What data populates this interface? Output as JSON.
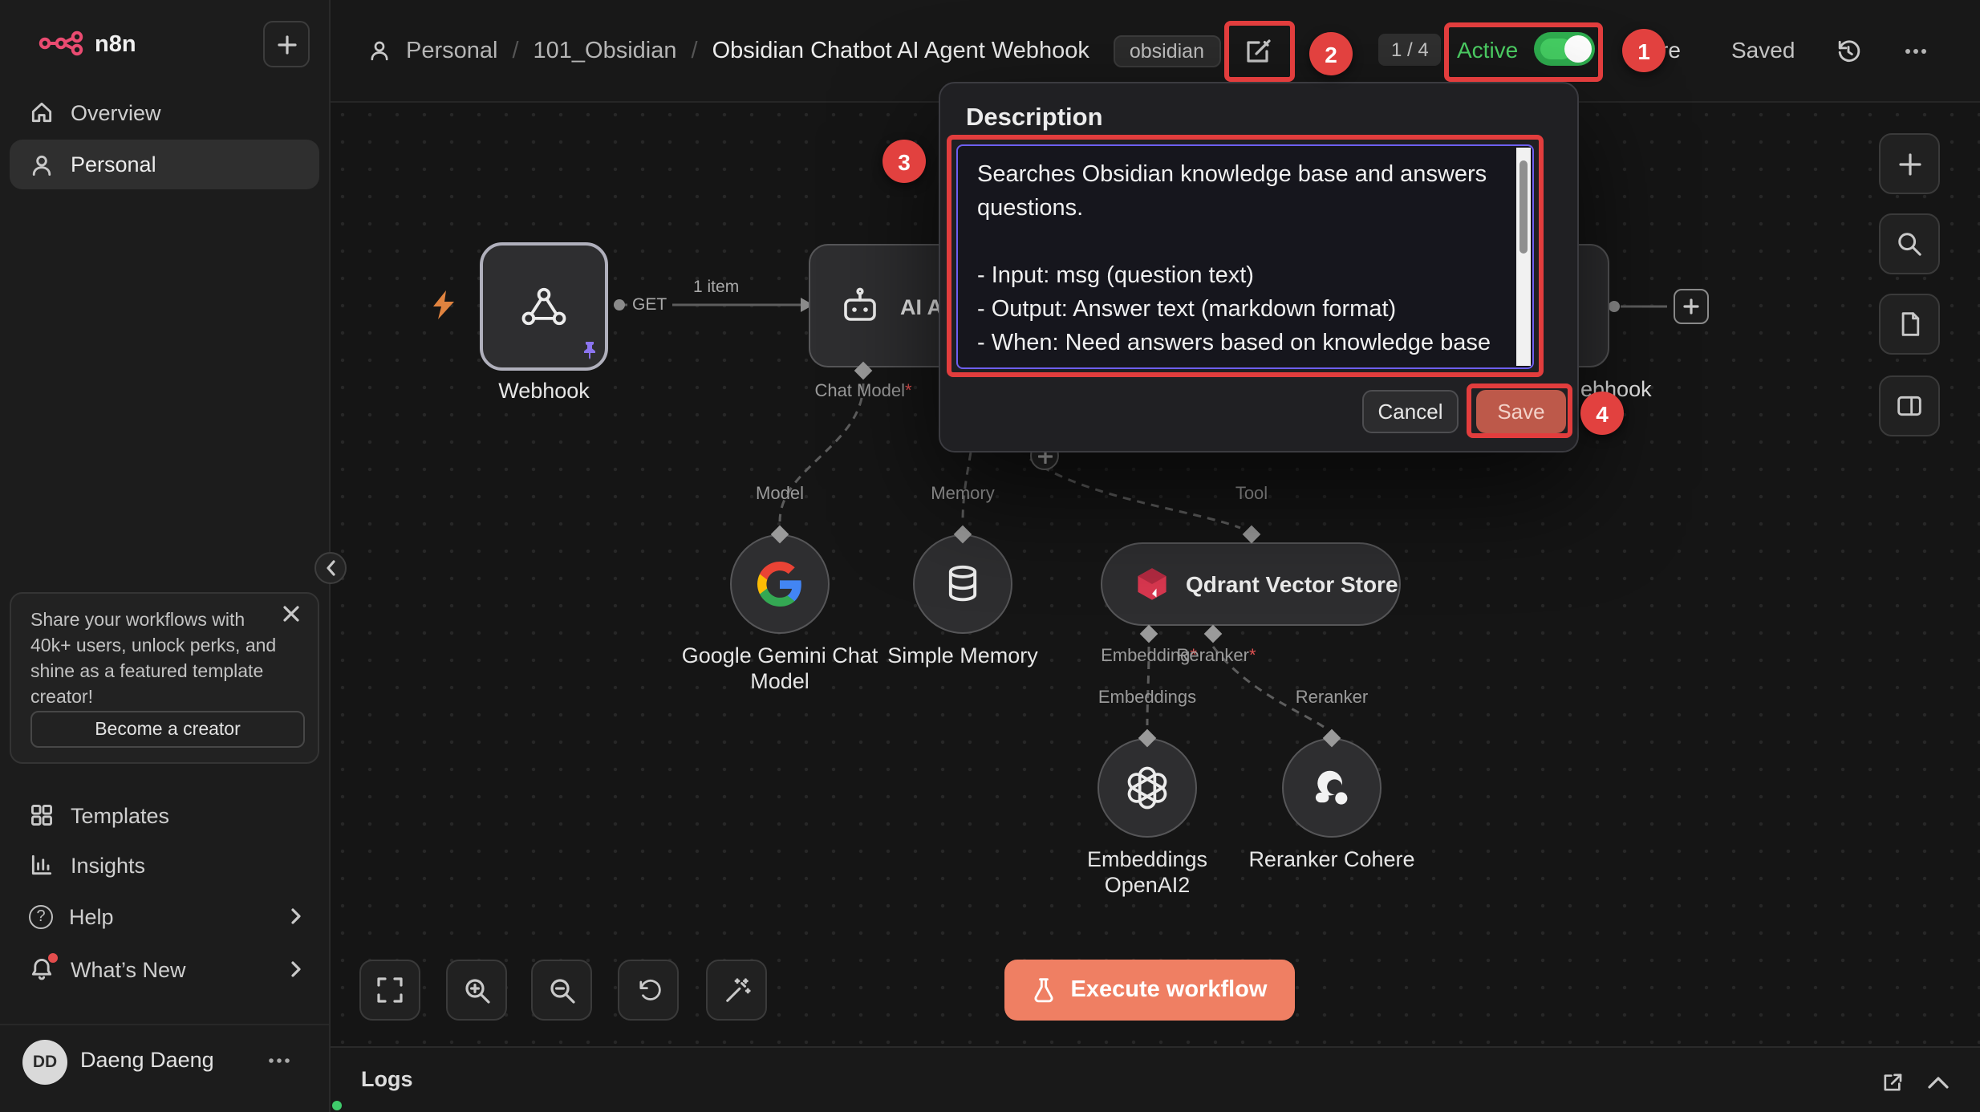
{
  "sidebar": {
    "brand": "n8n",
    "nav": [
      {
        "label": "Overview"
      },
      {
        "label": "Personal"
      }
    ],
    "promo": {
      "text": "Share your workflows with 40k+ users, unlock perks, and shine as a featured template creator!",
      "button": "Become a creator"
    },
    "menu": [
      {
        "label": "Templates"
      },
      {
        "label": "Insights"
      },
      {
        "label": "Help"
      },
      {
        "label": "What’s New"
      }
    ],
    "user": {
      "name": "Daeng Daeng",
      "initials": "DD"
    }
  },
  "header": {
    "breadcrumb": [
      "Personal",
      "101_Obsidian",
      "Obsidian Chatbot AI Agent Webhook"
    ],
    "tag": "obsidian",
    "pager": "1 / 4",
    "active_label": "Active",
    "share_partial": "re",
    "saved_label": "Saved"
  },
  "canvas": {
    "webhook_label": "Webhook",
    "get_label": "GET",
    "item_count": "1 item",
    "agent_label": "AI Agent",
    "chat_model_label": "Chat Model",
    "required_mark": "*",
    "model_label": "Model",
    "memory_label": "Memory",
    "tool_label": "Tool",
    "embedding_req": "Embedding",
    "reranker_req": "Reranker",
    "embeddings_label": "Embeddings",
    "reranker_label": "Reranker",
    "google_line1": "Google Gemini Chat",
    "google_line2": "Model",
    "simple_memory_label": "Simple Memory",
    "qdrant_label": "Qdrant Vector Store",
    "openai_line1": "Embeddings",
    "openai_line2": "OpenAI2",
    "cohere_label": "Reranker Cohere",
    "partial_node_label": "ebhook",
    "execute_label": "Execute workflow"
  },
  "modal": {
    "title": "Description",
    "value": "Searches Obsidian knowledge base and answers questions.\n\n- Input: msg (question text)\n- Output: Answer text (markdown format)\n- When: Need answers based on knowledge base",
    "cancel": "Cancel",
    "save": "Save"
  },
  "logs": {
    "title": "Logs"
  },
  "annotations": [
    "1",
    "2",
    "3",
    "4"
  ],
  "colors": {
    "annotation_red": "#e23d3d",
    "active_green": "#2fae4f",
    "execute_orange": "#ef7f63",
    "save_button": "#bd594a",
    "brand_pink": "#ea4b71",
    "pin_purple": "#8b74f0"
  }
}
